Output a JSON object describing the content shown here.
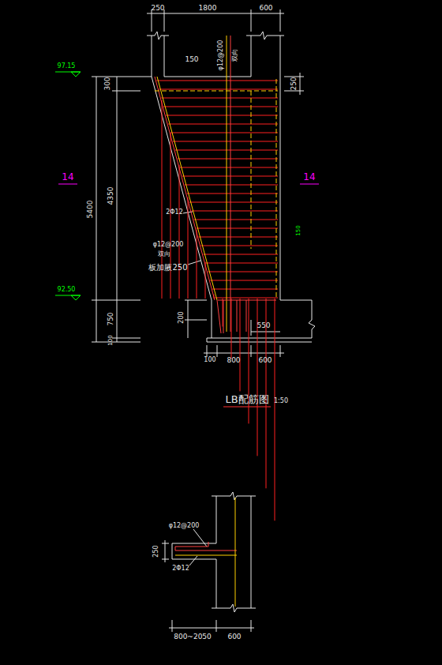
{
  "diagram": {
    "title": "LB配筋图",
    "labels": [
      "250",
      "1800",
      "600",
      "150",
      "φ12@200",
      "双向",
      "97.15",
      "300",
      "5400",
      "4350",
      "92.50",
      "750",
      "100",
      "14",
      "14",
      "250",
      "2Φ12",
      "φ12@200",
      "双向",
      "板加腋250",
      "150",
      "200",
      "550",
      "100",
      "800",
      "600",
      "1:50",
      "φ12@200",
      "250",
      "2Φ12",
      "800~2050",
      "600"
    ]
  }
}
